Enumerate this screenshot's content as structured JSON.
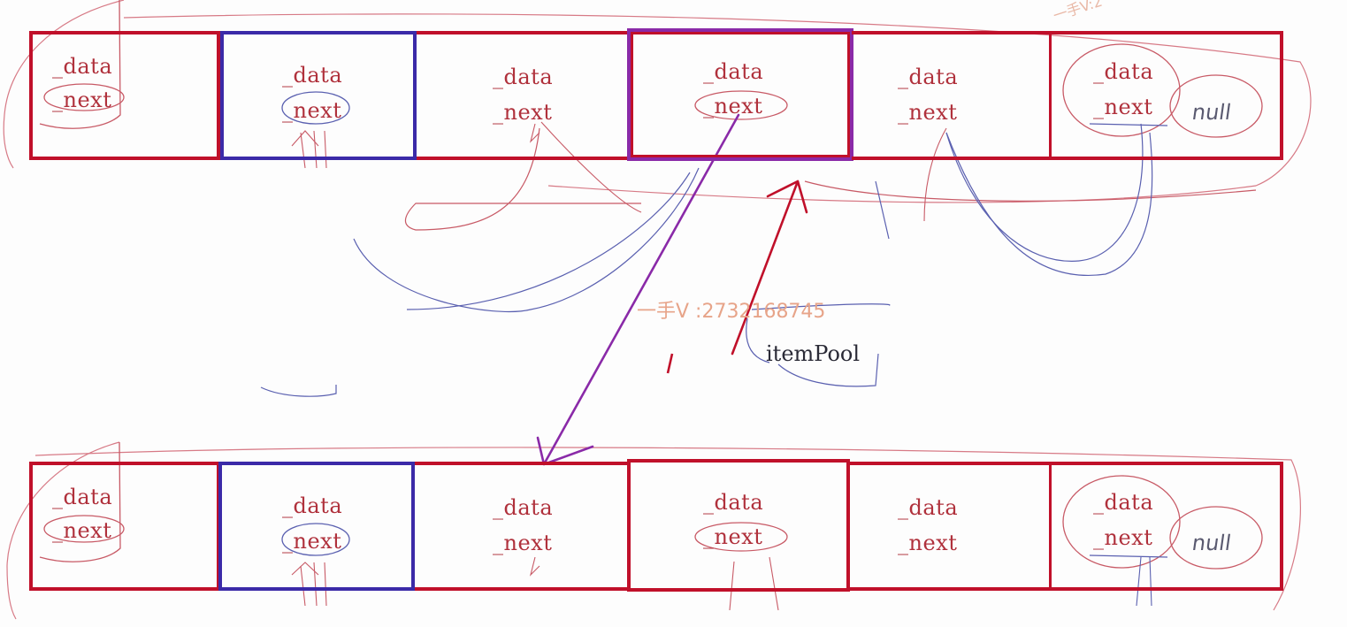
{
  "node_labels": {
    "data": "_data",
    "next": "_next"
  },
  "null_label": "null",
  "item_pool_label": "itemPool",
  "watermark_main": "一手V :2732168745",
  "watermark_corner": "一手V:2",
  "colors": {
    "cell_border": "#c0102a",
    "highlight_blue": "#3b2aa8",
    "purple_arrow": "#8a2aa8",
    "red_arrow": "#c0102a",
    "label_text": "#b0313c",
    "sketch_red": "#c85a66",
    "sketch_blue": "#5a60b0"
  }
}
